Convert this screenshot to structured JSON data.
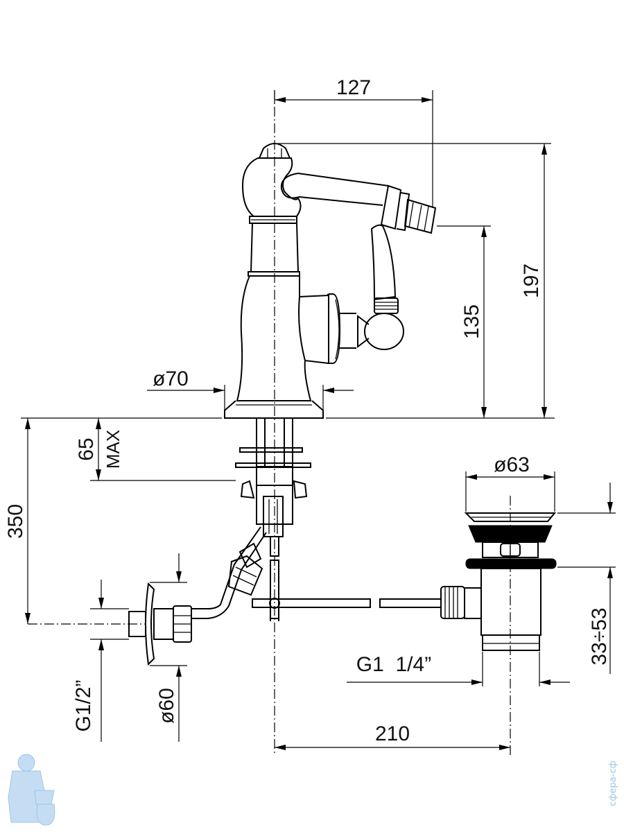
{
  "dimensions": {
    "width_top": "127",
    "height_total": "197",
    "height_spout": "135",
    "base_diameter": "ø70",
    "deck_thickness": "65",
    "deck_max": "MAX",
    "length_below": "350",
    "inlet_thread": "G1/2”",
    "rosette_diameter": "ø60",
    "waste_diameter": "ø63",
    "waste_height": "33÷53",
    "waste_thread": "G1  1/4”",
    "waste_distance": "210"
  },
  "watermark": {
    "text": "сфера-сф"
  }
}
